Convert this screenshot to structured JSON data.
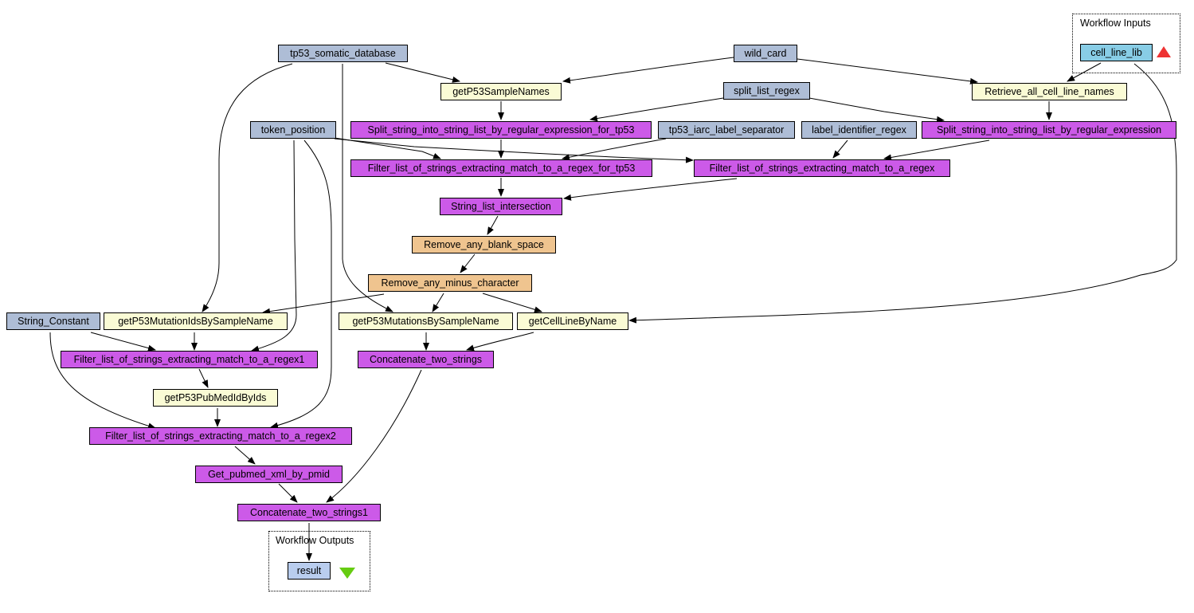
{
  "clusters": {
    "inputs_label": "Workflow Inputs",
    "outputs_label": "Workflow Outputs"
  },
  "colors": {
    "input_node": "#aebdd6",
    "workflow_input_node": "#88cde6",
    "workflow_output_node": "#b9cdee",
    "service_node": "#fafbd5",
    "local_worker_node": "#cc5ae8",
    "string_op_node": "#efc48f",
    "input_marker": "#ee3333",
    "output_marker": "#66cc11"
  },
  "nodes": {
    "cell_line_lib": "cell_line_lib",
    "tp53_somatic_database": "tp53_somatic_database",
    "wild_card": "wild_card",
    "getP53SampleNames": "getP53SampleNames",
    "split_list_regex": "split_list_regex",
    "Retrieve_all_cell_line_names": "Retrieve_all_cell_line_names",
    "token_position": "token_position",
    "split_tp53": "Split_string_into_string_list_by_regular_expression_for_tp53",
    "tp53_iarc_label_separator": "tp53_iarc_label_separator",
    "label_identifier_regex": "label_identifier_regex",
    "split_regex": "Split_string_into_string_list_by_regular_expression",
    "filter_tp53": "Filter_list_of_strings_extracting_match_to_a_regex_for_tp53",
    "filter_regex": "Filter_list_of_strings_extracting_match_to_a_regex",
    "String_list_intersection": "String_list_intersection",
    "Remove_any_blank_space": "Remove_any_blank_space",
    "Remove_any_minus_character": "Remove_any_minus_character",
    "String_Constant": "String_Constant",
    "getP53MutationIdsBySampleName": "getP53MutationIdsBySampleName",
    "getP53MutationsBySampleName": "getP53MutationsBySampleName",
    "getCellLineByName": "getCellLineByName",
    "filter_regex1": "Filter_list_of_strings_extracting_match_to_a_regex1",
    "Concatenate_two_strings": "Concatenate_two_strings",
    "getP53PubMedIdByIds": "getP53PubMedIdByIds",
    "filter_regex2": "Filter_list_of_strings_extracting_match_to_a_regex2",
    "Get_pubmed_xml_by_pmid": "Get_pubmed_xml_by_pmid",
    "Concatenate_two_strings1": "Concatenate_two_strings1",
    "result": "result"
  },
  "edges": [
    [
      "tp53_somatic_database",
      "getP53SampleNames"
    ],
    [
      "wild_card",
      "getP53SampleNames"
    ],
    [
      "wild_card",
      "Retrieve_all_cell_line_names"
    ],
    [
      "cell_line_lib",
      "Retrieve_all_cell_line_names"
    ],
    [
      "cell_line_lib",
      "getCellLineByName"
    ],
    [
      "getP53SampleNames",
      "split_tp53"
    ],
    [
      "split_list_regex",
      "split_tp53"
    ],
    [
      "split_list_regex",
      "split_regex"
    ],
    [
      "Retrieve_all_cell_line_names",
      "split_regex"
    ],
    [
      "split_tp53",
      "filter_tp53"
    ],
    [
      "token_position",
      "filter_tp53"
    ],
    [
      "tp53_iarc_label_separator",
      "filter_tp53"
    ],
    [
      "token_position",
      "filter_regex"
    ],
    [
      "label_identifier_regex",
      "filter_regex"
    ],
    [
      "split_regex",
      "filter_regex"
    ],
    [
      "filter_tp53",
      "String_list_intersection"
    ],
    [
      "filter_regex",
      "String_list_intersection"
    ],
    [
      "String_list_intersection",
      "Remove_any_blank_space"
    ],
    [
      "Remove_any_blank_space",
      "Remove_any_minus_character"
    ],
    [
      "tp53_somatic_database",
      "getP53MutationIdsBySampleName"
    ],
    [
      "Remove_any_minus_character",
      "getP53MutationIdsBySampleName"
    ],
    [
      "tp53_somatic_database",
      "getP53MutationsBySampleName"
    ],
    [
      "Remove_any_minus_character",
      "getP53MutationsBySampleName"
    ],
    [
      "Remove_any_minus_character",
      "getCellLineByName"
    ],
    [
      "String_Constant",
      "filter_regex1"
    ],
    [
      "getP53MutationIdsBySampleName",
      "filter_regex1"
    ],
    [
      "token_position",
      "filter_regex1"
    ],
    [
      "getP53MutationsBySampleName",
      "Concatenate_two_strings"
    ],
    [
      "getCellLineByName",
      "Concatenate_two_strings"
    ],
    [
      "filter_regex1",
      "getP53PubMedIdByIds"
    ],
    [
      "String_Constant",
      "filter_regex2"
    ],
    [
      "getP53PubMedIdByIds",
      "filter_regex2"
    ],
    [
      "token_position",
      "filter_regex2"
    ],
    [
      "filter_regex2",
      "Get_pubmed_xml_by_pmid"
    ],
    [
      "Get_pubmed_xml_by_pmid",
      "Concatenate_two_strings1"
    ],
    [
      "Concatenate_two_strings",
      "Concatenate_two_strings1"
    ],
    [
      "Concatenate_two_strings1",
      "result"
    ]
  ]
}
